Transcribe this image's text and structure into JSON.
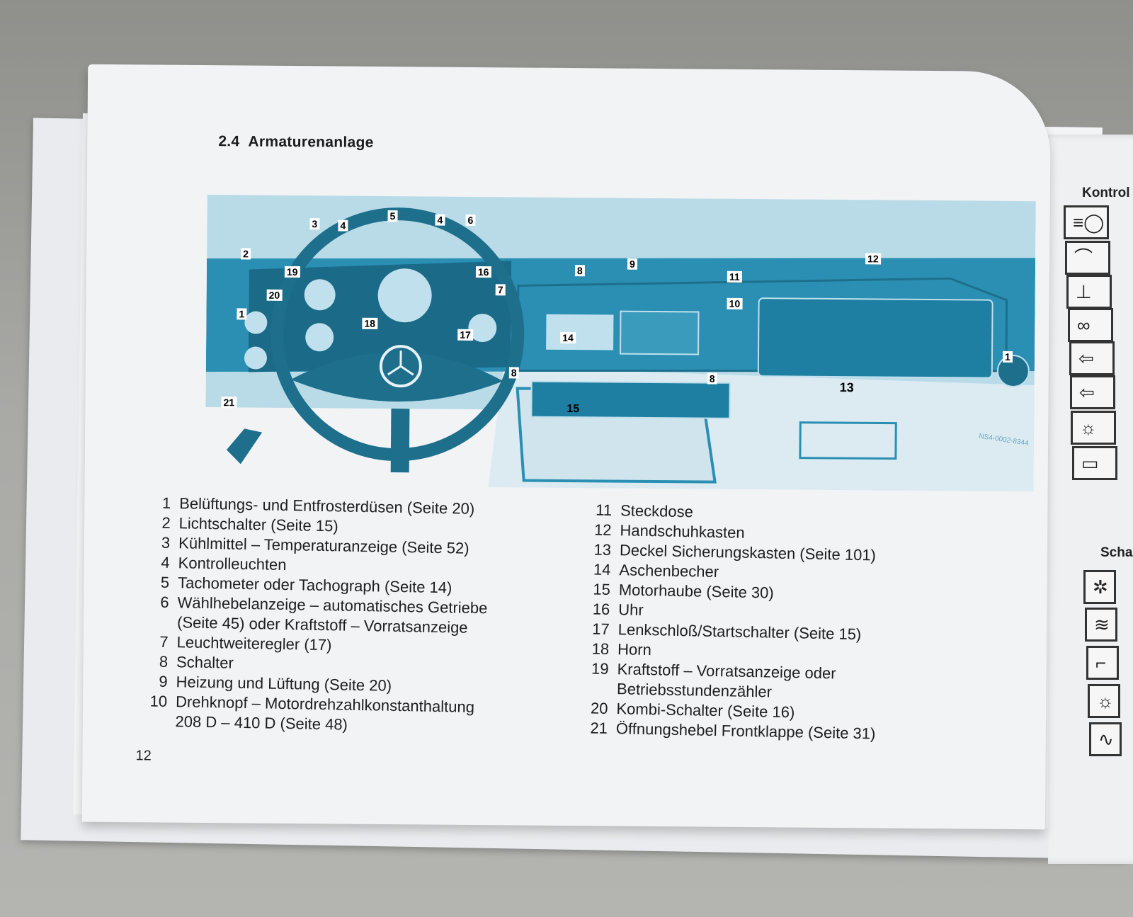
{
  "page": {
    "section_number": "2.4",
    "section_title": "Armaturenanlage",
    "page_number": "12",
    "figure_code": "NS4-0002-8344"
  },
  "callouts": [
    "1",
    "2",
    "3",
    "4",
    "5",
    "4",
    "6",
    "19",
    "16",
    "20",
    "7",
    "8",
    "9",
    "11",
    "10",
    "12",
    "18",
    "17",
    "1",
    "14",
    "8",
    "8",
    "13",
    "15",
    "21"
  ],
  "legend_left": [
    {
      "n": "1",
      "text": "Belüftungs- und Entfrosterdüsen (Seite 20)"
    },
    {
      "n": "2",
      "text": "Lichtschalter (Seite 15)"
    },
    {
      "n": "3",
      "text": "Kühlmittel – Temperaturanzeige (Seite 52)"
    },
    {
      "n": "4",
      "text": "Kontrolleuchten"
    },
    {
      "n": "5",
      "text": "Tachometer oder Tachograph (Seite 14)"
    },
    {
      "n": "6",
      "text": "Wählhebelanzeige – automatisches Getriebe\n(Seite 45) oder Kraftstoff – Vorratsanzeige"
    },
    {
      "n": "7",
      "text": "Leuchtweiteregler (17)"
    },
    {
      "n": "8",
      "text": "Schalter"
    },
    {
      "n": "9",
      "text": "Heizung und Lüftung (Seite 20)"
    },
    {
      "n": "10",
      "text": "Drehknopf – Motordrehzahlkonstanthaltung\n208 D – 410 D (Seite 48)"
    }
  ],
  "legend_right": [
    {
      "n": "11",
      "text": "Steckdose"
    },
    {
      "n": "12",
      "text": "Handschuhkasten"
    },
    {
      "n": "13",
      "text": "Deckel Sicherungskasten (Seite 101)"
    },
    {
      "n": "14",
      "text": "Aschenbecher"
    },
    {
      "n": "15",
      "text": "Motorhaube (Seite 30)"
    },
    {
      "n": "16",
      "text": "Uhr"
    },
    {
      "n": "17",
      "text": "Lenkschloß/Startschalter (Seite 15)"
    },
    {
      "n": "18",
      "text": "Horn"
    },
    {
      "n": "19",
      "text": "Kraftstoff – Vorratsanzeige oder\nBetriebsstundenzähler"
    },
    {
      "n": "20",
      "text": "Kombi-Schalter (Seite 16)"
    },
    {
      "n": "21",
      "text": "Öffnungshebel Frontklappe (Seite 31)"
    }
  ],
  "right_page": {
    "heading_1": "Kontrol",
    "heading_2": "Scha"
  },
  "colors": {
    "illustration_blue": "#2a8fb3",
    "illustration_light": "#b9dbe8",
    "paper": "#f1f3f5"
  }
}
